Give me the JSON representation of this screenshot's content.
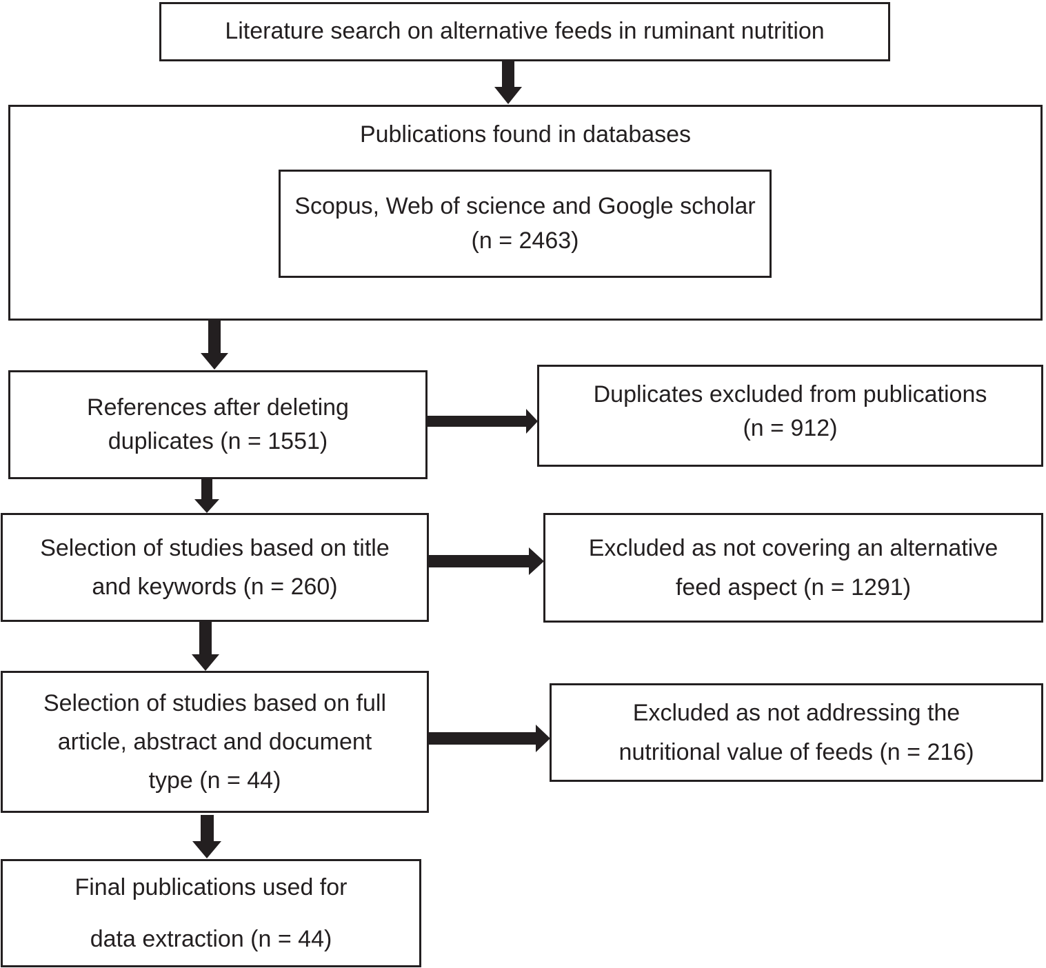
{
  "search": {
    "label": "Literature search on alternative feeds in ruminant nutrition"
  },
  "databases": {
    "label": "Publications found in databases",
    "sources": {
      "line1": "Scopus, Web of science and Google scholar",
      "line2": "(n = 2463)"
    }
  },
  "dedup": {
    "line1": "References after deleting",
    "line2": "duplicates (n = 1551)"
  },
  "duplicates_excluded": {
    "line1": "Duplicates excluded from publications",
    "line2": "(n = 912)"
  },
  "title_selection": {
    "line1": "Selection of studies based on title",
    "line2": "and keywords (n = 260)"
  },
  "title_excluded": {
    "line1": "Excluded as not covering an alternative",
    "line2": "feed aspect (n = 1291)"
  },
  "fulltext_selection": {
    "line1": "Selection of studies based on full",
    "line2": "article, abstract and document",
    "line3": "type (n = 44)"
  },
  "fulltext_excluded": {
    "line1": "Excluded as not addressing the",
    "line2": "nutritional value of feeds (n = 216)"
  },
  "final": {
    "line1": "Final publications used for",
    "line2": "data extraction (n = 44)"
  },
  "colors": {
    "stroke": "#231f20",
    "fill": "#ffffff"
  }
}
